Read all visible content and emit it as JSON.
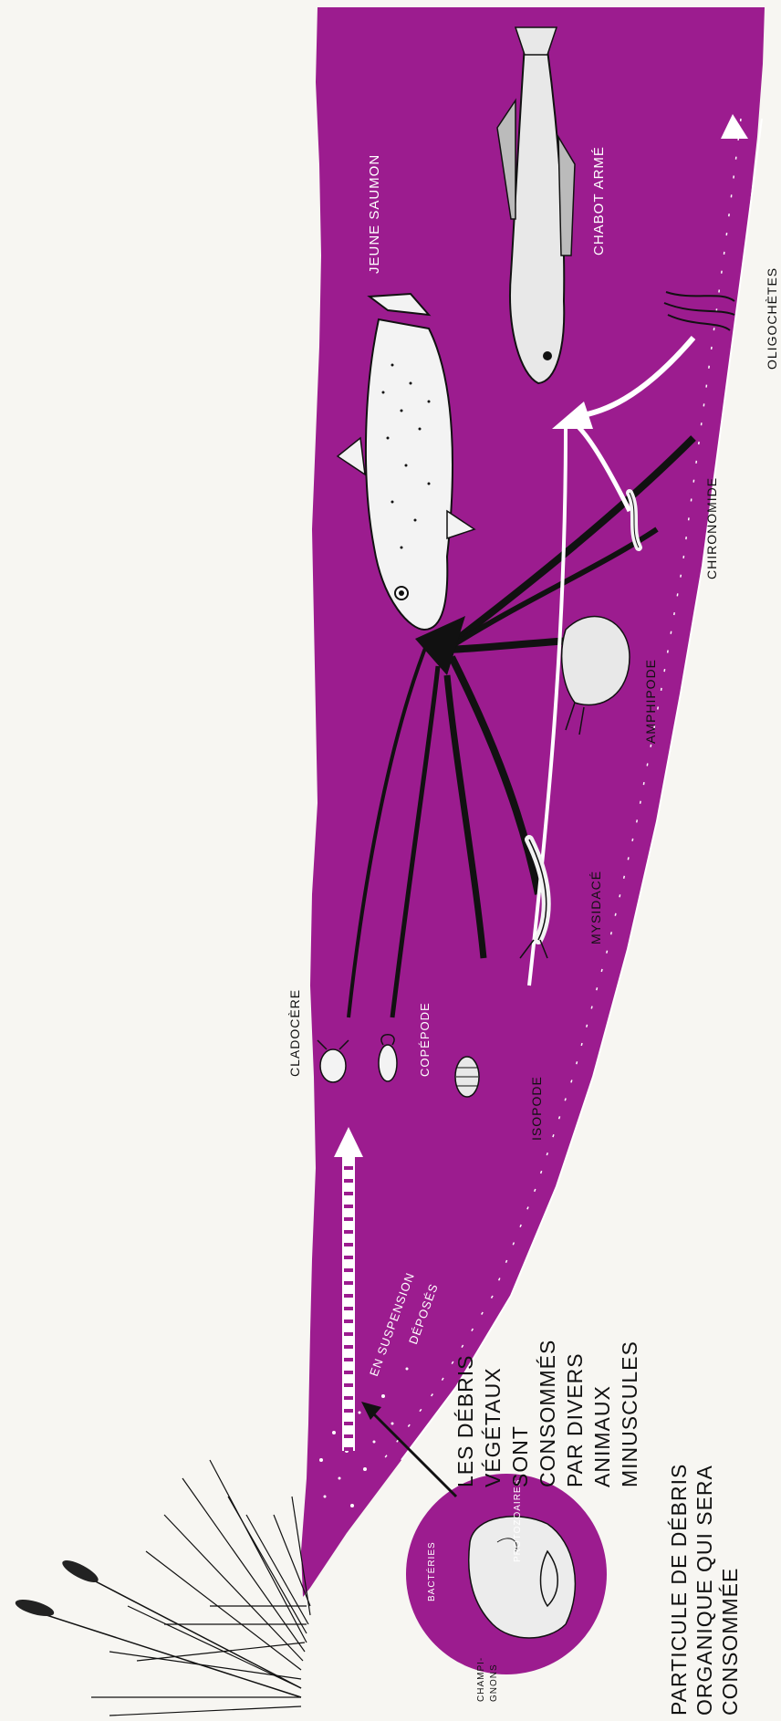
{
  "colors": {
    "water": "#9c1c8f",
    "background": "#f7f6f2",
    "ink": "#111111",
    "white": "#ffffff"
  },
  "labels": {
    "jeune_saumon": "JEUNE SAUMON",
    "chabot_arme": "CHABOT ARMÉ",
    "oligochetes": "OLIGOCHÈTES",
    "chironomide": "CHIRONOMIDE",
    "amphipode": "AMPHIPODE",
    "mysidace": "MYSIDACÉ",
    "isopode": "ISOPODE",
    "cladocere": "CLADOCÈRE",
    "copepode": "COPÉPODE",
    "en_suspension": "EN SUSPENSION",
    "deposes": "DÉPOSÉS",
    "bacteries": "BACTÉRIES",
    "protozoaires": "PROTOZOAIRES",
    "champignons_1": "CHAMPI-",
    "champignons_2": "GNONS"
  },
  "caption_debris": [
    "LES DÉBRIS",
    "VÉGÉTAUX",
    "SONT",
    "CONSOMMÉS",
    "PAR DIVERS",
    "ANIMAUX",
    "MINUSCULES"
  ],
  "caption_particule": [
    "PARTICULE DE DÉBRIS",
    "ORGANIQUE QUI SERA",
    "CONSOMMÉE"
  ],
  "icons": [
    "salmon-icon",
    "sculpin-icon",
    "oligochaete-icon",
    "chironomid-icon",
    "amphipod-icon",
    "mysid-icon",
    "isopod-icon",
    "cladoceran-icon",
    "copepod-icon",
    "cattail-icon",
    "debris-particle-icon"
  ]
}
